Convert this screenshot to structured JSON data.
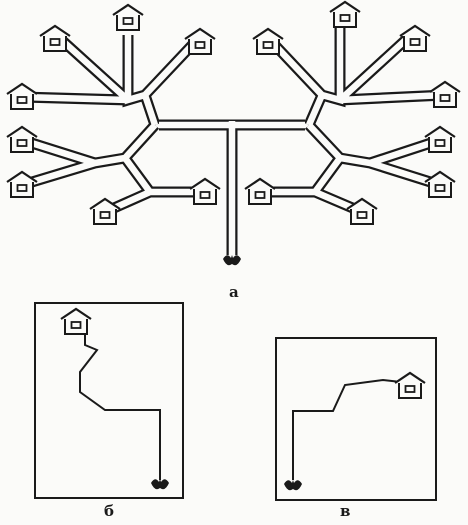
{
  "labels": {
    "diagram_a": "а",
    "diagram_b": "б",
    "diagram_v": "в"
  },
  "icons": {
    "house": "house-icon",
    "outlet": "outlet-icon"
  },
  "colors": {
    "ink": "#1a1a1a",
    "paper": "#fbfbf9"
  }
}
